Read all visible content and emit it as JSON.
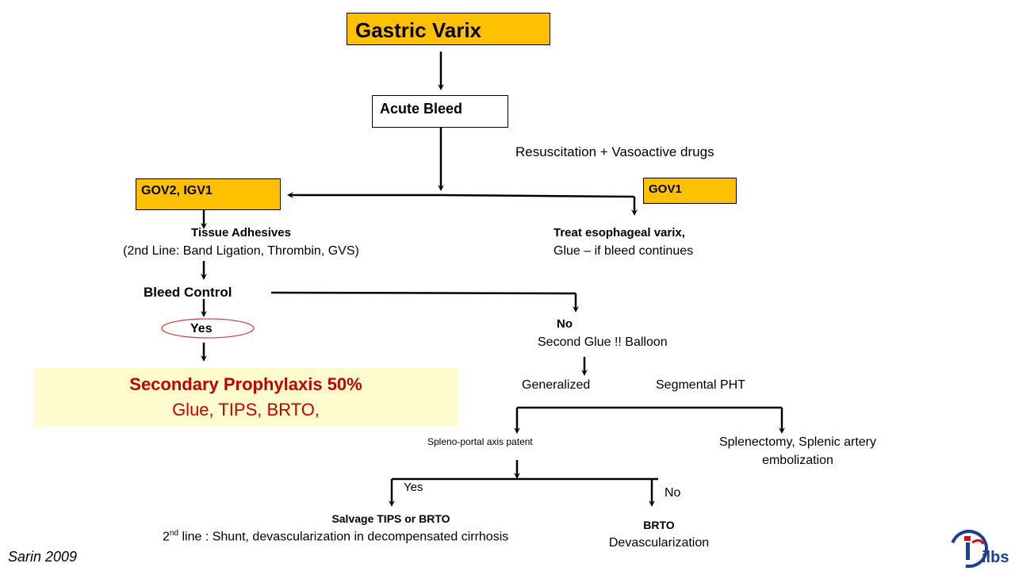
{
  "title": "Gastric Varix",
  "acute_bleed": "Acute Bleed",
  "resuscitation": "Resuscitation + Vasoactive drugs",
  "left_box": "GOV2,  IGV1",
  "right_box": "GOV1",
  "tissue_adhesives": "Tissue Adhesives",
  "second_line_left": "(2nd Line: Band Ligation, Thrombin, GVS)",
  "treat_esophageal": "Treat  esophageal varix,",
  "glue_if_bleed": "Glue – if bleed continues",
  "bleed_control": "Bleed Control",
  "yes_oval": "Yes",
  "secondary_prophylaxis": "Secondary Prophylaxis 50%",
  "secondary_options": "Glue, TIPS, BRTO,",
  "no_label": "No",
  "second_glue": "Second Glue !!  Balloon",
  "generalized": "Generalized",
  "segmental": "Segmental PHT",
  "spleno_portal": "Spleno-portal  axis patent",
  "splenectomy_line1": "Splenectomy, Splenic artery",
  "splenectomy_line2": "embolization",
  "yes_branch": "Yes",
  "no_branch": "No",
  "salvage": "Salvage TIPS or BRTO",
  "second_line_prefix": "2",
  "second_line_sup": "nd",
  "second_line_rest": " line : Shunt, devascularization in decompensated cirrhosis",
  "brto": "BRTO",
  "devascularization": "Devascularization",
  "citation": "Sarin  2009",
  "logo_text": "ilbs",
  "colors": {
    "gold": "#ffc000",
    "red": "#c00000",
    "oval": "#c0504d",
    "pale": "#fefccf"
  }
}
